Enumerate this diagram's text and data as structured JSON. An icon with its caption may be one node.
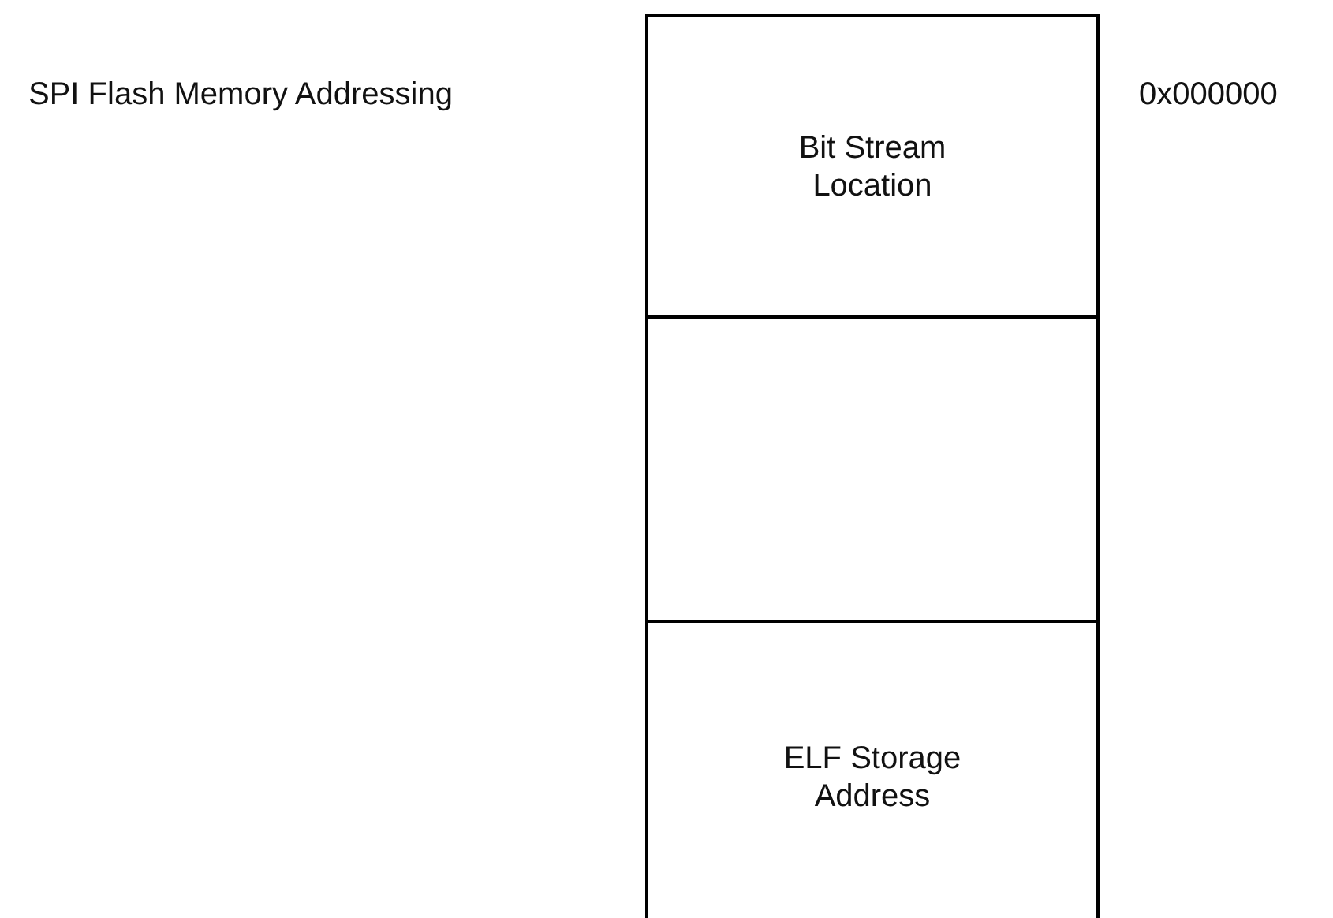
{
  "diagram": {
    "nodes": [
      {
        "text": [
          "Bit Stream Location"
        ]
      },
      {
        "text": [],
        "shape": "box"
      },
      {
        "text": [
          "ELF Storage Address"
        ]
      }
    ],
    "labels": [
      "SPI Flash Memory Addressing",
      "0x000000"
    ]
  }
}
